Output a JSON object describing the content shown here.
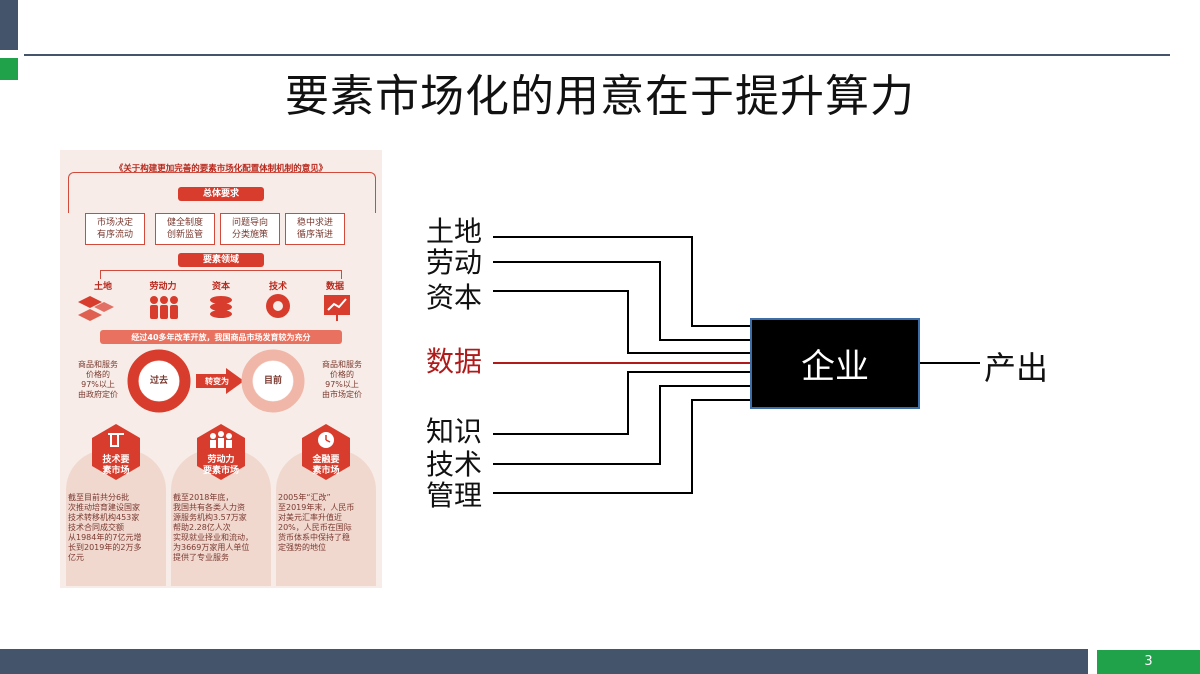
{
  "slide": {
    "title": "要素市场化的用意在于提升算力",
    "page_number": "3",
    "colors": {
      "navy": "#44546a",
      "green": "#1fa24a",
      "red_accent": "#b01a1a"
    }
  },
  "diagram": {
    "inputs": [
      "土地",
      "劳动",
      "资本",
      "数据",
      "知识",
      "技术",
      "管理"
    ],
    "highlighted_input": "数据",
    "center": "企业",
    "output": "产出"
  },
  "infographic": {
    "header": "《关于构建更加完善的要素市场化配置体制机制的意见》",
    "general_req_title": "总体要求",
    "requirements": [
      [
        "市场决定",
        "有序流动"
      ],
      [
        "健全制度",
        "创新监管"
      ],
      [
        "问题导向",
        "分类施策"
      ],
      [
        "稳中求进",
        "循序渐进"
      ]
    ],
    "domains_title": "要素领域",
    "domains": [
      "土地",
      "劳动力",
      "资本",
      "技术",
      "数据"
    ],
    "domain_icons": [
      "land-icon",
      "labor-icon",
      "capital-icon",
      "tech-icon",
      "data-icon"
    ],
    "reform_banner": "经过40多年改革开放，我国商品市场发育较为充分",
    "left_stat": [
      "商品和服务",
      "价格的",
      "97%以上",
      "由政府定价"
    ],
    "past_label": "过去",
    "arrow_label": "转变为",
    "now_label": "目前",
    "right_stat": [
      "商品和服务",
      "价格的",
      "97%以上",
      "由市场定价"
    ],
    "markets": [
      {
        "title": [
          "技术要",
          "素市场"
        ],
        "icon": "flask-icon",
        "body": [
          "截至目前共分6批",
          "次推动培育建设国家",
          "技术转移机构453家",
          "技术合同成交额",
          "从1984年的7亿元增",
          "长到2019年的2万多",
          "亿元"
        ]
      },
      {
        "title": [
          "劳动力",
          "要素市场"
        ],
        "icon": "people-icon",
        "body": [
          "截至2018年底，",
          "我国共有各类人力资",
          "源服务机构3.57万家",
          "帮助2.28亿人次",
          "实现就业择业和流动，",
          "为3669万家用人单位",
          "提供了专业服务"
        ]
      },
      {
        "title": [
          "金融要",
          "素市场"
        ],
        "icon": "clock-icon",
        "body": [
          "2005年“汇改”",
          "至2019年末，人民币",
          "对美元汇率升值近",
          "20%，人民币在国际",
          "货币体系中保持了稳",
          "定强势的地位"
        ]
      }
    ]
  }
}
